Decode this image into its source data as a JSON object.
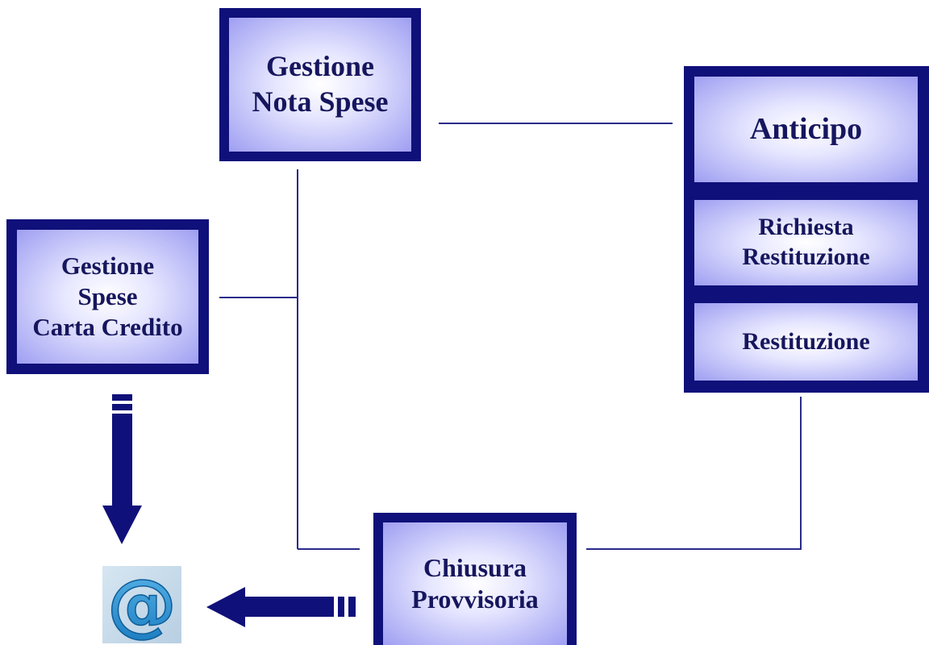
{
  "nodes": {
    "gestione_nota_spese": "Gestione\nNota Spese",
    "anticipo": "Anticipo",
    "richiesta_restituzione": "Richiesta\nRestituzione",
    "restituzione": "Restituzione",
    "gestione_spese_carta": "Gestione\nSpese\nCarta Credito",
    "chiusura_provvisoria": "Chiusura\nProvvisoria"
  },
  "icons": {
    "email": "at-sign-icon",
    "arrow_down": "arrow-down-icon",
    "arrow_left": "arrow-left-icon"
  },
  "colors": {
    "frame": "#10107a",
    "text": "#16165e",
    "line": "#2a2a8a"
  }
}
